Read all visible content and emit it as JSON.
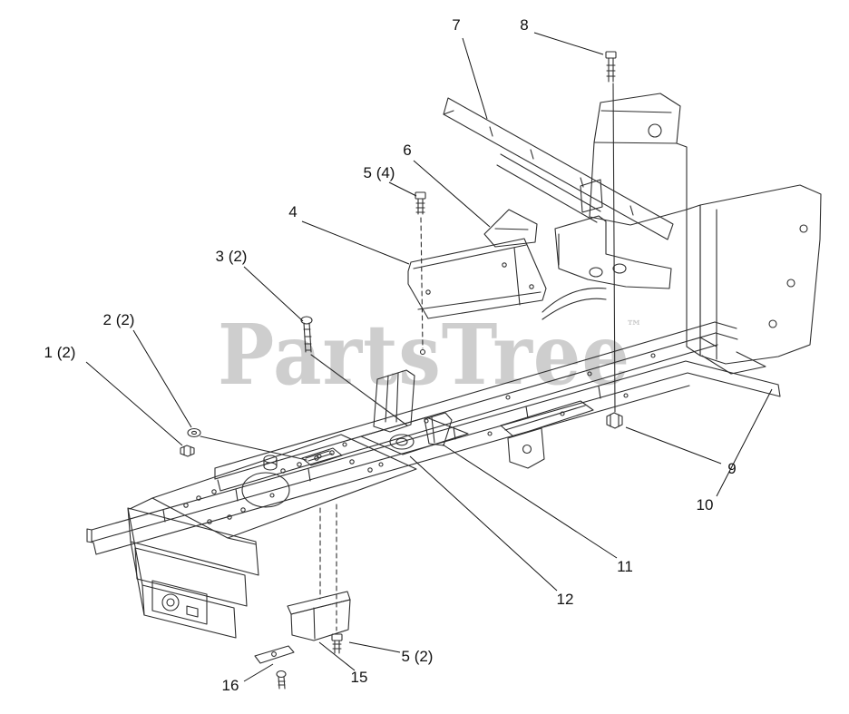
{
  "watermark": {
    "text": "PartsTree",
    "tm": "™",
    "color": "#c3c3c3"
  },
  "colors": {
    "background": "#ffffff",
    "line": "#2e2e2e",
    "leader": "#151515"
  },
  "callouts": {
    "c1": {
      "label": "1 (2)"
    },
    "c2": {
      "label": "2 (2)"
    },
    "c3": {
      "label": "3 (2)"
    },
    "c4": {
      "label": "4"
    },
    "c5a": {
      "label": "5 (4)"
    },
    "c6": {
      "label": "6"
    },
    "c7": {
      "label": "7"
    },
    "c8": {
      "label": "8"
    },
    "c9": {
      "label": "9"
    },
    "c10": {
      "label": "10"
    },
    "c11": {
      "label": "11"
    },
    "c12": {
      "label": "12"
    },
    "c5b": {
      "label": "5 (2)"
    },
    "c15": {
      "label": "15"
    },
    "c16": {
      "label": "16"
    }
  }
}
